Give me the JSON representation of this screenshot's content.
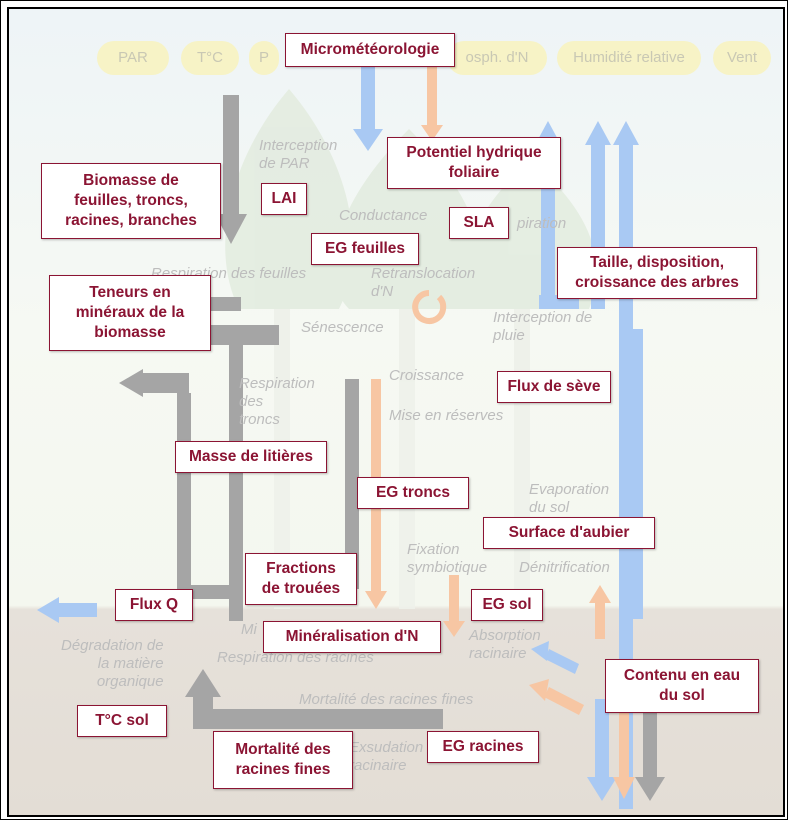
{
  "drivers": [
    "PAR",
    "T°C",
    "P",
    "osph. d'N",
    "Humidité relative",
    "Vent"
  ],
  "background_labels": {
    "interception_par": "Interception\nde PAR",
    "conductance": "Conductance",
    "transpiration": "piration",
    "respiration_feuilles": "Respiration des feuilles",
    "retranslocation": "Retranslocation\nd'N",
    "senescence": "Sénescence",
    "interception_pluie": "Interception de\npluie",
    "respiration_troncs": "Respiration\ndes\ntroncs",
    "croissance": "Croissance",
    "mise_reserves": "Mise en réserves",
    "evaporation_sol": "Evaporation\ndu sol",
    "fixation": "Fixation\nsymbiotique",
    "denitrification": "Dénitrification",
    "degradation": "Dégradation de\nla matière\norganique",
    "mi": "Mi",
    "respiration_racines": "Respiration des racines",
    "absorption": "Absorption\nracinaire",
    "mortalite_bg": "Mortalité des racines fines",
    "exsudation": "Exsudation\nracinaire"
  },
  "boxes": {
    "micrometeorologie": "Micrométéorologie",
    "potentiel_hydrique": "Potentiel hydrique\nfoliaire",
    "biomasse": "Biomasse de\nfeuilles, troncs,\nracines, branches",
    "lai": "LAI",
    "sla": "SLA",
    "eg_feuilles": "EG feuilles",
    "taille": "Taille, disposition,\ncroissance des arbres",
    "teneurs": "Teneurs en\nminéraux de la\nbiomasse",
    "flux_seve": "Flux de sève",
    "masse_litieres": "Masse de litières",
    "eg_troncs": "EG troncs",
    "surface_aubier": "Surface d'aubier",
    "fractions_trouees": "Fractions\nde trouées",
    "flux_q": "Flux Q",
    "eg_sol": "EG sol",
    "mineralisation": "Minéralisation d'N",
    "contenu_eau": "Contenu en eau\ndu sol",
    "tc_sol": "T°C sol",
    "mortalite_racines": "Mortalité des\nracines fines",
    "eg_racines": "EG racines"
  },
  "colors": {
    "box_border": "#8b1433",
    "box_text": "#8b1433",
    "arrow_gray": "#a5a5a5",
    "arrow_blue": "#a9c9f3",
    "arrow_orange": "#f7c6a3",
    "driver_pill": "#f7f3c6",
    "soil": "#e4ded6"
  }
}
